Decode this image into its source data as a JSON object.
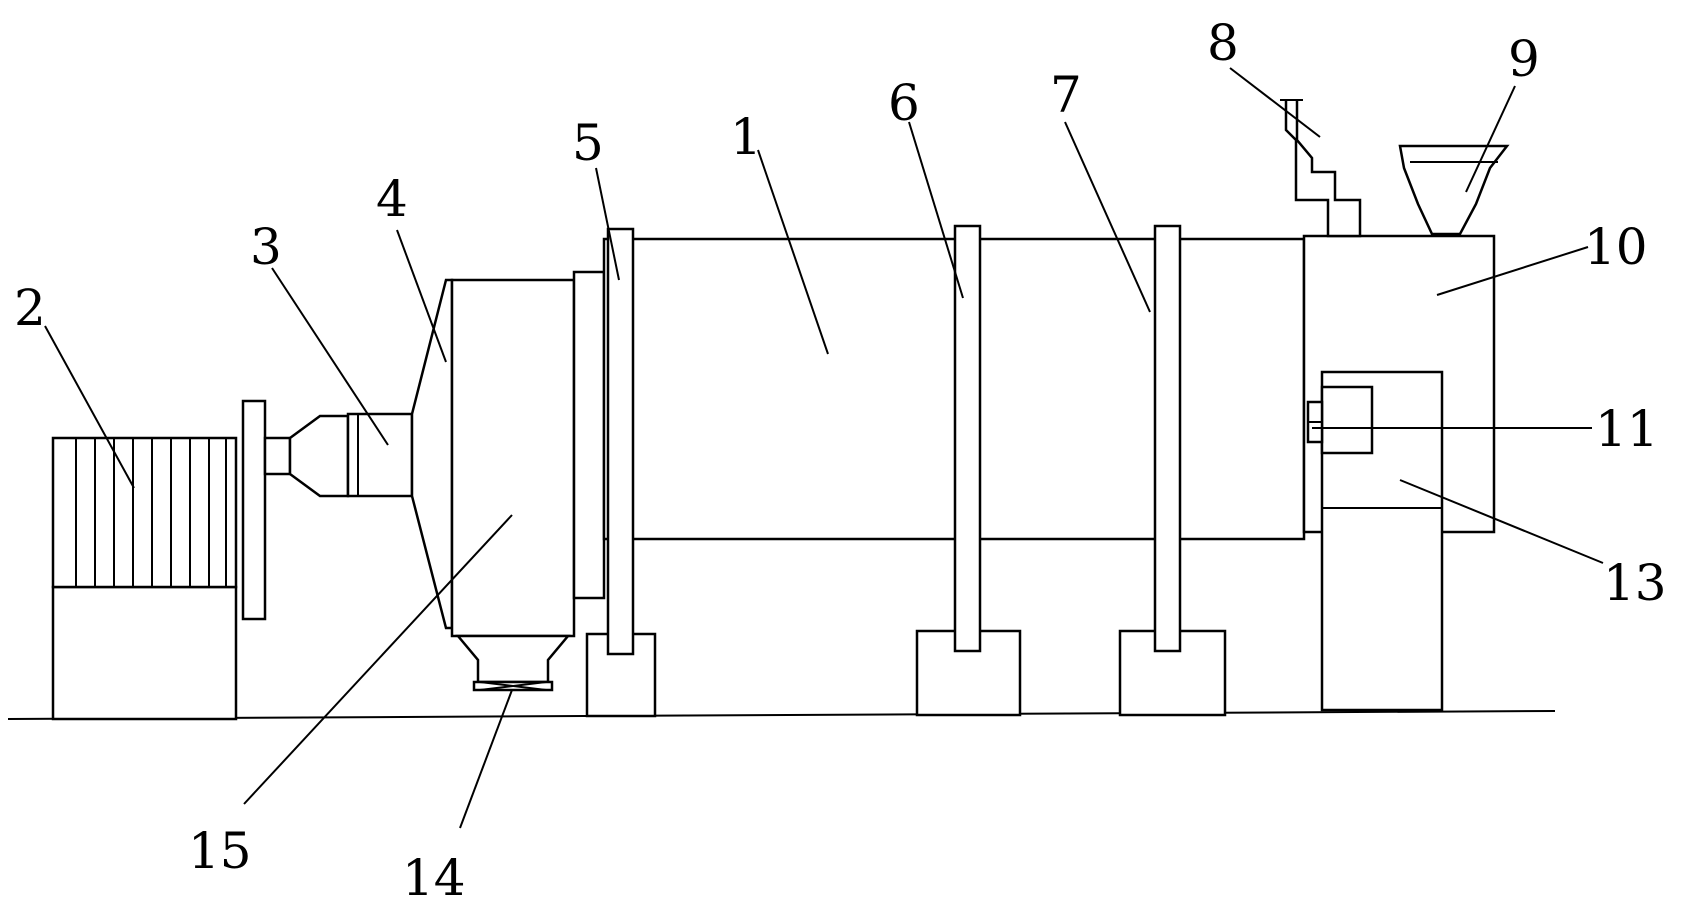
{
  "labels": {
    "l1": "1",
    "l2": "2",
    "l3": "3",
    "l4": "4",
    "l5": "5",
    "l6": "6",
    "l7": "7",
    "l8": "8",
    "l9": "9",
    "l10": "10",
    "l11": "11",
    "l13": "13",
    "l14": "14",
    "l15": "15"
  }
}
